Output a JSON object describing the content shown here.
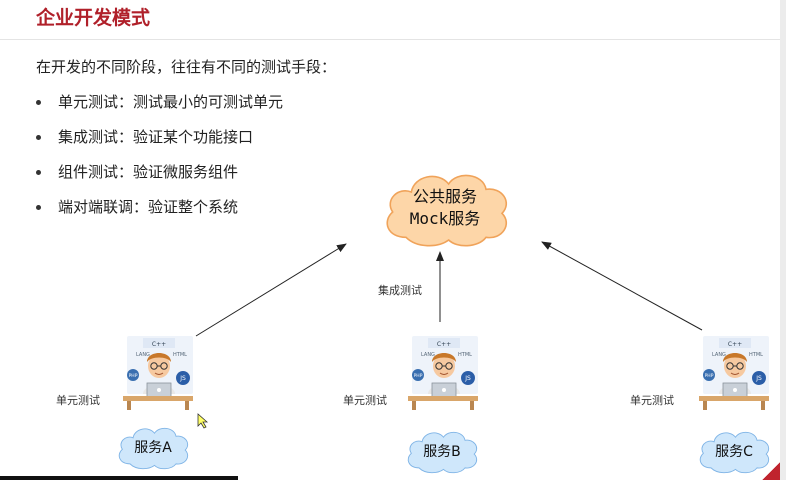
{
  "slide": {
    "title": "企业开发模式",
    "intro": "在开发的不同阶段，往往有不同的测试手段：",
    "bullets": [
      "单元测试：测试最小的可测试单元",
      "集成测试：验证某个功能接口",
      "组件测试：验证微服务组件",
      "端对端联调：验证整个系统"
    ]
  },
  "diagram": {
    "public_cloud": {
      "line1": "公共服务",
      "line2": "Mock服务"
    },
    "integration_label": "集成测试",
    "unit_test_label": "单元测试",
    "services": [
      {
        "label": "服务A",
        "tech_tags": [
          "C++",
          "LANG",
          "HTML",
          "PHP",
          "JS"
        ]
      },
      {
        "label": "服务B",
        "tech_tags": [
          "C++",
          "LANG",
          "HTML",
          "PHP",
          "JS"
        ]
      },
      {
        "label": "服务C",
        "tech_tags": [
          "C++",
          "LANG",
          "HTML",
          "PHP",
          "JS"
        ]
      }
    ]
  },
  "colors": {
    "title": "#b0202a",
    "cloud_orange_fill": "#fdd6a8",
    "cloud_orange_stroke": "#f0a35a",
    "cloud_blue_fill": "#cfe7fb",
    "cloud_blue_stroke": "#7fb4e6"
  }
}
